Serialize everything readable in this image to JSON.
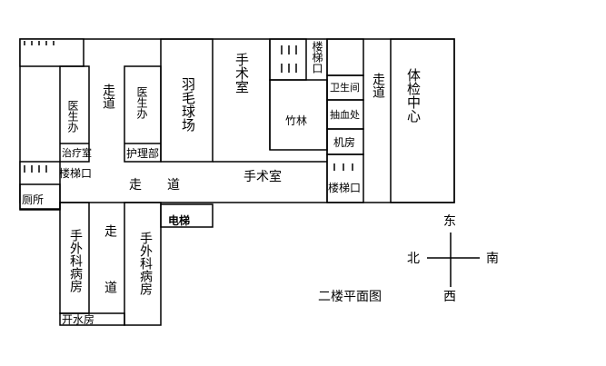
{
  "rooms": {
    "doctor_office_left": "医生办",
    "corridor_west_top": "走道",
    "doctor_office_mid": "医生办",
    "badminton": "羽毛球场",
    "operating_room_vertical": "手术室",
    "stairs_top": "楼梯口",
    "bamboo": "竹林",
    "restroom_east": "卫生间",
    "blood_draw": "抽血处",
    "machine_room": "机房",
    "corridor_east": "走道",
    "physical_exam_center": "体检中心",
    "treatment_room": "治疗室",
    "nurse_station": "护理部",
    "stairs_left": "楼梯口",
    "corridor_middle": "走道",
    "operating_room_horizontal": "手术室",
    "stairs_bottom_right": "楼梯口",
    "toilet": "厕所",
    "elevator": "电梯",
    "surgery_ward_left": "手外科病房",
    "corridor_south": "走道",
    "surgery_ward_right": "手外科病房",
    "boiling_water_room": "开水房"
  },
  "compass": {
    "north": "北",
    "south": "南",
    "east": "东",
    "west": "西"
  },
  "caption": "二楼平面图"
}
